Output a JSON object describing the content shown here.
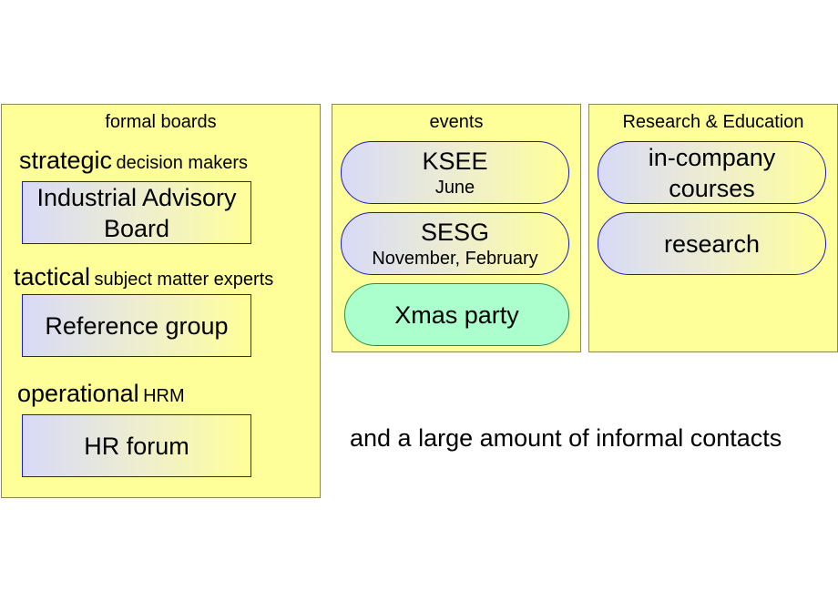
{
  "formal_boards": {
    "title": "formal boards",
    "levels": [
      {
        "role": "strategic",
        "desc": "decision makers",
        "body": "Industrial Advisory Board"
      },
      {
        "role": "tactical",
        "desc": "subject matter experts",
        "body": "Reference group"
      },
      {
        "role": "operational",
        "desc": "HRM",
        "body": "HR forum"
      }
    ]
  },
  "events": {
    "title": "events",
    "items": [
      {
        "name": "KSEE",
        "when": "June"
      },
      {
        "name": "SESG",
        "when": "November, February"
      },
      {
        "name": "Xmas party"
      }
    ]
  },
  "research": {
    "title": "Research & Education",
    "items": [
      {
        "name": "in-company courses"
      },
      {
        "name": "research"
      }
    ]
  },
  "footer_note": "and a large amount of informal contacts",
  "colors": {
    "panel_fill": "#ffff99",
    "box_border": "#1a1ad0",
    "highlight_fill": "#aaffcc"
  }
}
